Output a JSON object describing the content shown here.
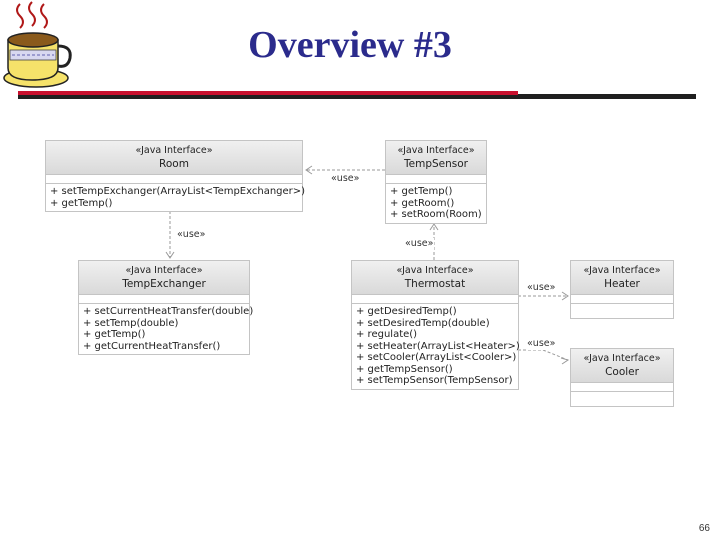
{
  "slide": {
    "title": "Overview #3",
    "page_number": "66"
  },
  "stereotype": "«Java Interface»",
  "use_label": "«use»",
  "classes": {
    "room": {
      "name": "Room",
      "ops": [
        "+ setTempExchanger(ArrayList<TempExchanger>)",
        "+ getTemp()"
      ]
    },
    "temp_sensor": {
      "name": "TempSensor",
      "ops": [
        "+ getTemp()",
        "+ getRoom()",
        "+ setRoom(Room)"
      ]
    },
    "temp_exchanger": {
      "name": "TempExchanger",
      "ops": [
        "+ setCurrentHeatTransfer(double)",
        "+ setTemp(double)",
        "+ getTemp()",
        "+ getCurrentHeatTransfer()"
      ]
    },
    "thermostat": {
      "name": "Thermostat",
      "ops": [
        "+ getDesiredTemp()",
        "+ setDesiredTemp(double)",
        "+ regulate()",
        "+ setHeater(ArrayList<Heater>)",
        "+ setCooler(ArrayList<Cooler>)",
        "+ getTempSensor()",
        "+ setTempSensor(TempSensor)"
      ]
    },
    "heater": {
      "name": "Heater",
      "ops": []
    },
    "cooler": {
      "name": "Cooler",
      "ops": []
    }
  },
  "colors": {
    "title": "#2b2b8c",
    "accent_rule": "#c8102e",
    "header_fill": "#dcdcdc",
    "border": "#c4c4c4"
  },
  "icons": [
    "coffee-cup-icon"
  ]
}
